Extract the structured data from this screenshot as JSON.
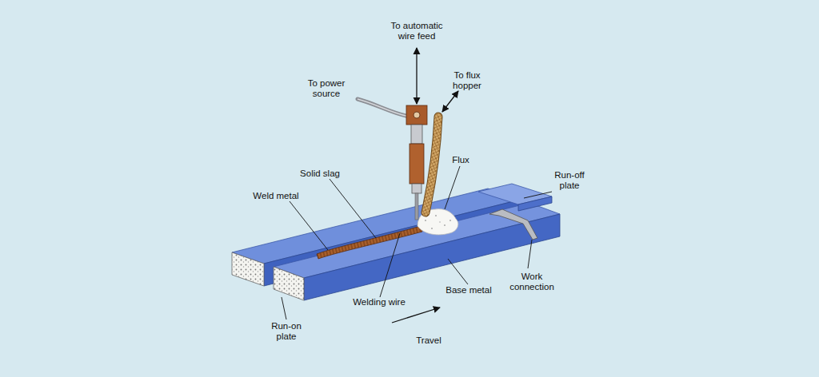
{
  "diagram": {
    "labels": [
      "To automatic wire feed",
      "To power source",
      "To flux hopper",
      "Flux",
      "Solid slag",
      "Run-off plate",
      "Weld metal",
      "Base metal",
      "Work connection",
      "Welding wire",
      "Run-on plate",
      "Travel"
    ]
  }
}
